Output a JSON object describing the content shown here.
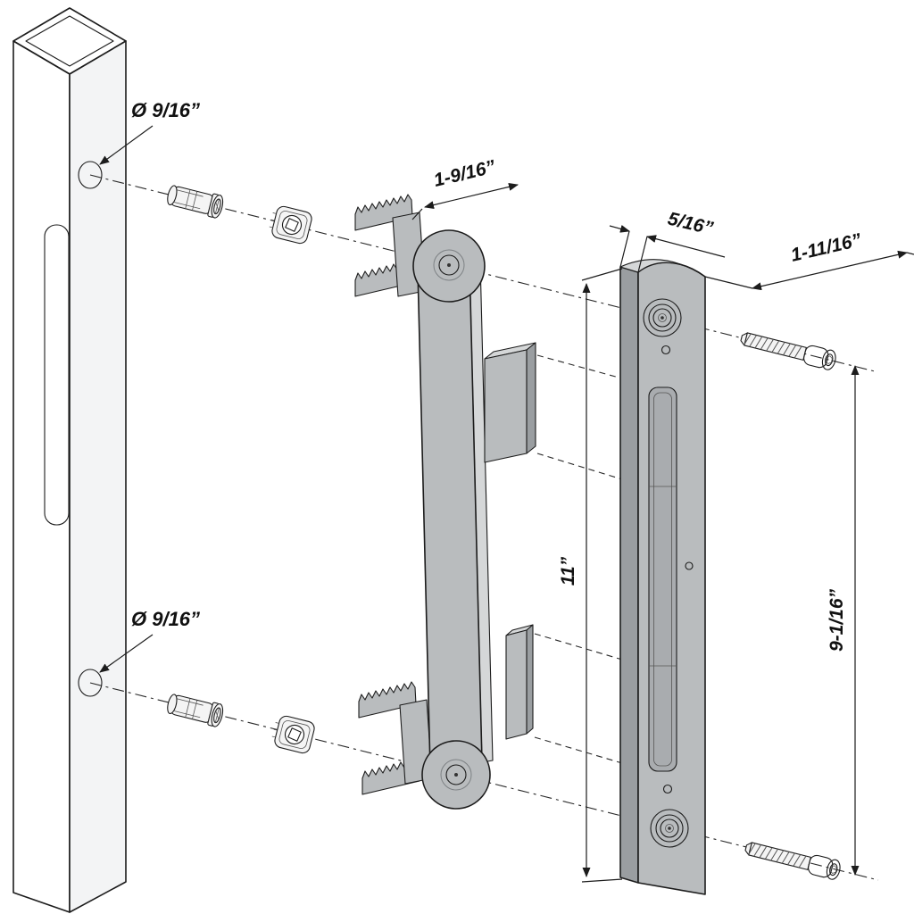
{
  "diagram": {
    "type": "exploded-assembly-technical-drawing",
    "subject": "gate lock keeper and strike plate mounted on square post",
    "labels": {
      "post_hole_top": "Ø 9/16”",
      "post_hole_bottom": "Ø 9/16”",
      "keeper_width": "1-9/16”",
      "plate_thickness": "5/16”",
      "plate_width": "1-11/16”",
      "plate_height": "11”",
      "screw_hole_spacing": "9-1/16”"
    },
    "colors": {
      "background": "#ffffff",
      "line": "#1c1c1c",
      "part_front": "#b9bcbe",
      "part_side": "#9a9ea1",
      "part_top": "#d5d7d8",
      "recess": "#a9acaf"
    }
  }
}
